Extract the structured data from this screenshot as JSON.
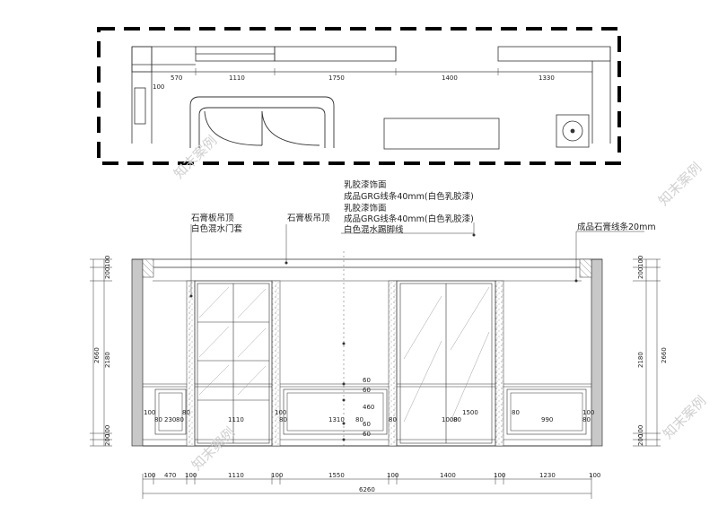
{
  "plan": {
    "top_dims": [
      "570",
      "1110",
      "1750",
      "1400",
      "1330"
    ],
    "side_dim": "100"
  },
  "annotations": {
    "left_1": "石膏板吊顶",
    "left_2": "白色混水门套",
    "mid_left": "石膏板吊顶",
    "center_1": "乳胶漆饰面",
    "center_2": "成品GRG线条40mm(白色乳胶漆)",
    "center_3": "乳胶漆饰面",
    "center_4": "成品GRG线条40mm(白色乳胶漆)",
    "center_5": "白色混水踢脚线",
    "right_1": "成品石膏线条20mm"
  },
  "elevation": {
    "left_vertical": [
      "200",
      "100",
      "2180",
      "2660",
      "200",
      "100"
    ],
    "right_vertical": [
      "200",
      "100",
      "2180",
      "2660",
      "200",
      "100"
    ],
    "panel_labels": [
      "100",
      "80",
      "230",
      "80",
      "80",
      "1110",
      "100",
      "80",
      "1310",
      "80",
      "60",
      "60",
      "460",
      "60",
      "60",
      "80",
      "1000",
      "80",
      "1500",
      "80",
      "990",
      "80",
      "100"
    ],
    "bottom_dims": [
      "100",
      "470",
      "100",
      "1110",
      "100",
      "1550",
      "100",
      "1400",
      "100",
      "1230",
      "100"
    ],
    "total_width": "6260"
  },
  "watermark": "知末案例"
}
